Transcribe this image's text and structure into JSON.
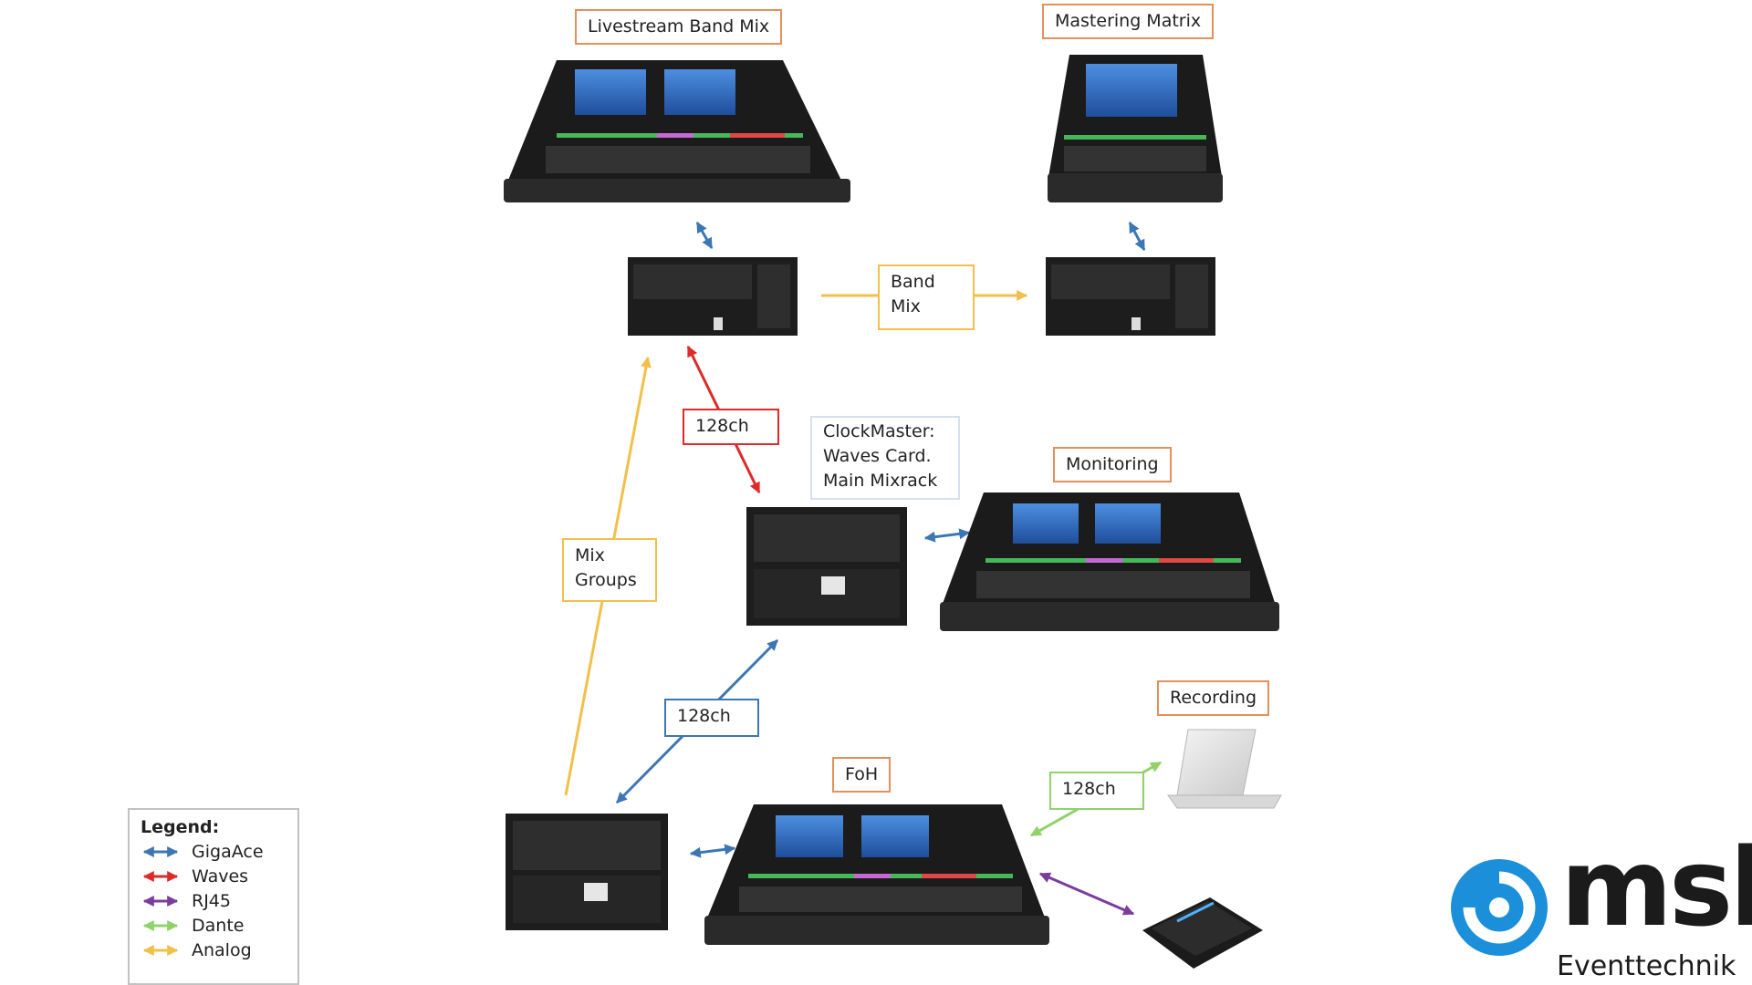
{
  "nodes": {
    "livestream": "Livestream Band Mix",
    "mastering": "Mastering Matrix",
    "monitoring": "Monitoring",
    "foh": "FoH",
    "recording": "Recording"
  },
  "signals": {
    "band_mix": "Band\nMix",
    "mix_groups": "Mix\nGroups",
    "waves_link": "128ch",
    "giga_link": "128ch",
    "dante_link": "128ch"
  },
  "note": "ClockMaster:\nWaves Card.\nMain Mixrack",
  "legend": {
    "title": "Legend:",
    "items": [
      {
        "label": "GigaAce",
        "color": "#3d76b4"
      },
      {
        "label": "Waves",
        "color": "#dd2a2a"
      },
      {
        "label": "RJ45",
        "color": "#7a3d9c"
      },
      {
        "label": "Dante",
        "color": "#8fd26a"
      },
      {
        "label": "Analog",
        "color": "#f2c04a"
      }
    ]
  },
  "logo": {
    "wordmark": "msl",
    "subtitle": "Eventtechnik",
    "color": "#1b8fd9"
  }
}
